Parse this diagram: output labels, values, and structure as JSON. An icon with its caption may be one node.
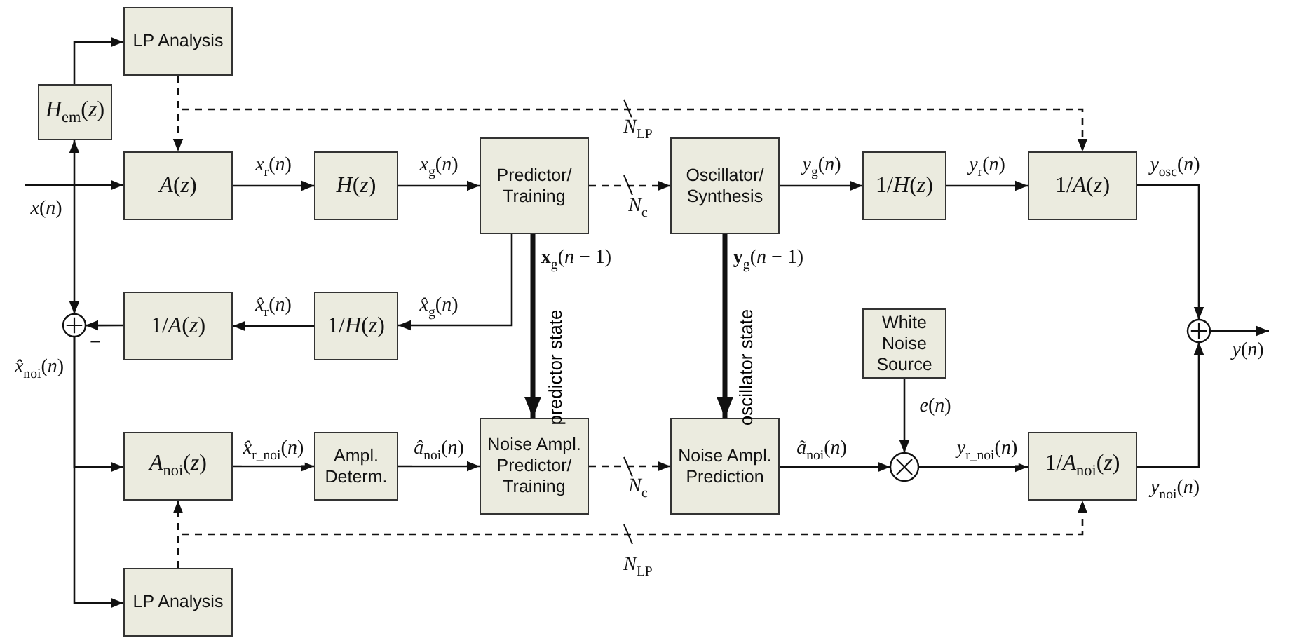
{
  "diagram": {
    "nodes": [
      {
        "text": [
          "LP Analysis"
        ]
      },
      {
        "text": [
          "*H*$_{em}$(*z*)"
        ]
      },
      {
        "text": [
          "*A*(*z*)"
        ]
      },
      {
        "text": [
          "*H*(*z*)"
        ]
      },
      {
        "text": [
          "Predictor/ Training"
        ]
      },
      {
        "text": [
          "Oscillator/ Synthesis"
        ]
      },
      {
        "text": [
          "1/*H*(*z*)"
        ]
      },
      {
        "text": [
          "1/*A*(*z*)"
        ]
      },
      {
        "text": [
          "1/*A*(*z*)"
        ]
      },
      {
        "text": [
          "1/*H*(*z*)"
        ]
      },
      {
        "text": [],
        "shape": "circle"
      },
      {
        "text": [
          "White Noise Source"
        ]
      },
      {
        "text": [],
        "shape": "circle"
      },
      {
        "text": [
          "*A*$_{noi}$(*z*)"
        ]
      },
      {
        "text": [
          "Ampl. Determ."
        ]
      },
      {
        "text": [
          "Noise Ampl. Predictor/ Training"
        ]
      },
      {
        "text": [
          "Noise Ampl. Prediction"
        ]
      },
      {
        "text": [],
        "shape": "circle"
      },
      {
        "text": [
          "1/*A*$_{noi}$(*z*)"
        ]
      },
      {
        "text": [
          "LP Analysis"
        ]
      }
    ],
    "edges": [
      {
        "from": null,
        "to": 2,
        "arrow": "to",
        "label": "*x*(*n*)"
      },
      {
        "from": null,
        "to": 1,
        "arrow": "to"
      },
      {
        "from": null,
        "to": 10,
        "arrow": "to"
      },
      {
        "from": 1,
        "to": 0,
        "arrow": "to"
      },
      {
        "from": 0,
        "to": 2,
        "arrow": "to",
        "style": "dashed"
      },
      {
        "from": 0,
        "to": 7,
        "arrow": "to",
        "style": "dashed",
        "label": "*N*$_{LP}$"
      },
      {
        "from": 2,
        "to": 3,
        "arrow": "to",
        "label": "*x*$_{r}$(*n*)"
      },
      {
        "from": 3,
        "to": 4,
        "arrow": "to",
        "label": "*x*$_{g}$(*n*)"
      },
      {
        "from": 4,
        "to": 5,
        "arrow": "to",
        "style": "dashed",
        "label": "*N*$_{c}$"
      },
      {
        "from": 5,
        "to": 6,
        "arrow": "to",
        "label": "*y*$_{g}$(*n*)"
      },
      {
        "from": 6,
        "to": 7,
        "arrow": "to",
        "label": "*y*$_{r}$(*n*)"
      },
      {
        "from": 7,
        "to": 12,
        "arrow": "to",
        "label": "*y*$_{osc}$(*n*)"
      },
      {
        "from": 4,
        "to": 9,
        "arrow": "to",
        "label": "*x̂*$_{g}$(*n*)"
      },
      {
        "from": 9,
        "to": 8,
        "arrow": "to",
        "label": "*x̂*$_{r}$(*n*)"
      },
      {
        "from": 8,
        "to": 10,
        "arrow": "to"
      },
      {
        "from": 10,
        "to": 13,
        "arrow": "to",
        "label": "*x̂*$_{noi}$(*n*)"
      },
      {
        "from": 10,
        "to": 19,
        "arrow": "to"
      },
      {
        "from": 4,
        "to": 15,
        "arrow": "to",
        "style": "thick",
        "label": "**x**$_{g}$(*n* − 1)"
      },
      {
        "from": 5,
        "to": 16,
        "arrow": "to",
        "style": "thick",
        "label": "**y**$_{g}$(*n* − 1)"
      },
      {
        "from": 13,
        "to": 14,
        "arrow": "to",
        "label": "*x̂*$_{r_noi}$(*n*)"
      },
      {
        "from": 14,
        "to": 15,
        "arrow": "to",
        "label": "*â*$_{noi}$(*n*)"
      },
      {
        "from": 15,
        "to": 16,
        "arrow": "to",
        "style": "dashed",
        "label": "*N*$_{c}$"
      },
      {
        "from": 16,
        "to": 17,
        "arrow": "to",
        "label": "*ã*$_{noi}$(*n*)"
      },
      {
        "from": 11,
        "to": 17,
        "arrow": "to",
        "label": "*e*(*n*)"
      },
      {
        "from": 17,
        "to": 18,
        "arrow": "to",
        "label": "*y*$_{r_noi}$(*n*)"
      },
      {
        "from": 18,
        "to": 12,
        "arrow": "to",
        "label": "*y*$_{noi}$(*n*)"
      },
      {
        "from": 12,
        "to": null,
        "arrow": "to",
        "label": "*y*(*n*)"
      },
      {
        "from": 19,
        "to": 13,
        "arrow": "to",
        "style": "dashed"
      },
      {
        "from": 19,
        "to": 18,
        "arrow": "to",
        "style": "dashed",
        "label": "*N*$_{LP}$"
      }
    ],
    "labels": [
      "−",
      "predictor state",
      "oscillator state"
    ]
  }
}
